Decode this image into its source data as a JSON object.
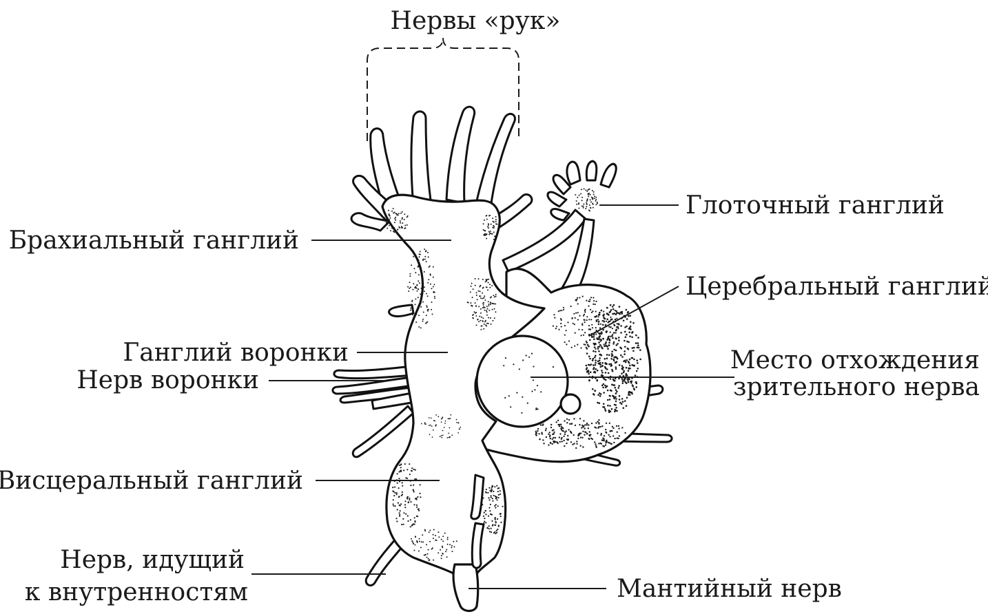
{
  "labels": {
    "arm_nerves": "Нервы «рук»",
    "brachial_ganglion": "Брахиальный ганглий",
    "pharyngeal_ganglion": "Глоточный ганглий",
    "cerebral_ganglion": "Церебральный ганглий",
    "funnel_ganglion": "Ганглий воронки",
    "funnel_nerve": "Нерв воронки",
    "optic_nerve_origin_line1": "Место отхождения",
    "optic_nerve_origin_line2": "зрительного нерва",
    "visceral_ganglion": "Висцеральный ганглий",
    "visceral_nerve_line1": "Нерв, идущий",
    "visceral_nerve_line2": "к внутренностям",
    "mantle_nerve": "Мантийный нерв"
  }
}
